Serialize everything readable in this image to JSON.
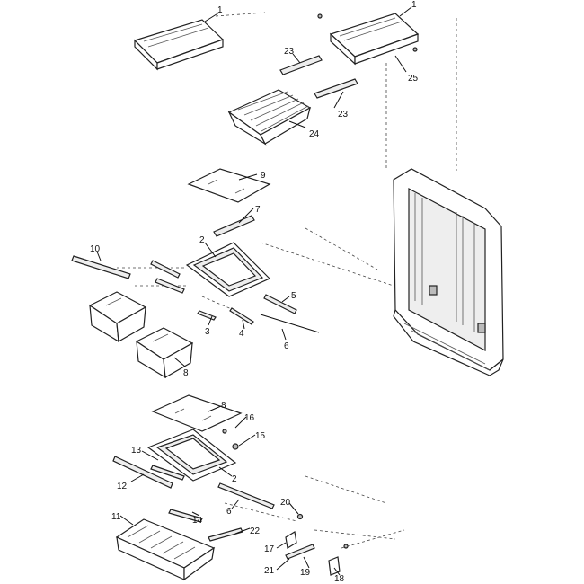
{
  "callouts": {
    "c1a": "1",
    "c1b": "1",
    "c2a": "2",
    "c2b": "2",
    "c3": "3",
    "c4": "4",
    "c5": "5",
    "c6a": "6",
    "c6b": "6",
    "c7": "7",
    "c8a": "8",
    "c8b": "8",
    "c9": "9",
    "c10": "10",
    "c11": "11",
    "c12": "12",
    "c13": "13",
    "c14": "14",
    "c15": "15",
    "c16": "16",
    "c17": "17",
    "c18": "18",
    "c19": "19",
    "c20": "20",
    "c21": "21",
    "c22": "22",
    "c23a": "23",
    "c23b": "23",
    "c24": "24",
    "c25": "25"
  }
}
